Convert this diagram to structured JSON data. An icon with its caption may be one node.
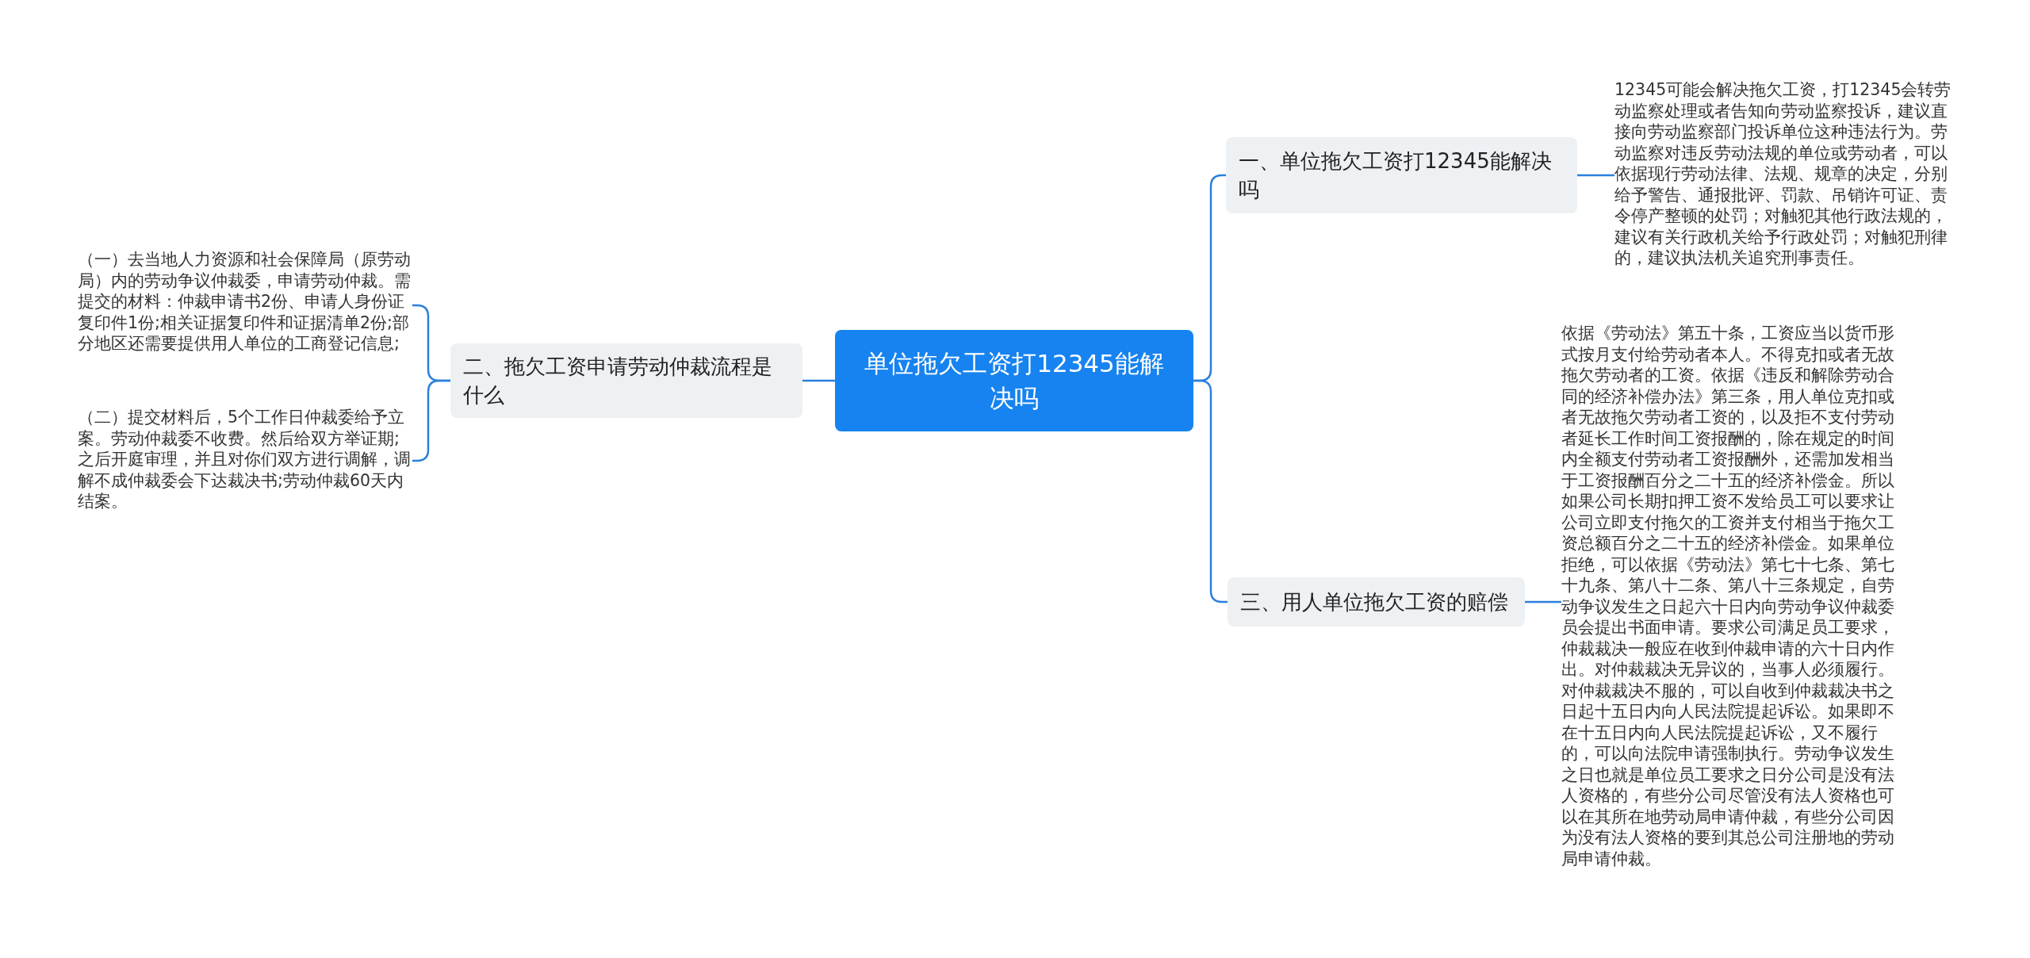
{
  "diagram": {
    "nodes": [
      {
        "text": [
          "单位拖欠工资打12345能解决吗"
        ]
      },
      {
        "text": [
          "一、单位拖欠工资打12345能解决吗"
        ]
      },
      {
        "text": [
          "12345可能会解决拖欠工资，打12345会转劳动监察处理或者告知向劳动监察投诉，建议直接向劳动监察部门投诉单位这种违法行为。劳动监察对违反劳动法规的单位或劳动者，可以依据现行劳动法律、法规、规章的决定，分别给予警告、通报批评、罚款、吊销许可证、责令停产整顿的处罚；对触犯其他行政法规的，建议有关行政机关给予行政处罚；对触犯刑律的，建议执法机关追究刑事责任。"
        ]
      },
      {
        "text": [
          "二、拖欠工资申请劳动仲裁流程是什么"
        ]
      },
      {
        "text": [
          "（一）去当地人力资源和社会保障局（原劳动局）内的劳动争议仲裁委，申请劳动仲裁。需提交的材料：仲裁申请书2份、申请人身份证复印件1份;相关证据复印件和证据清单2份;部分地区还需要提供用人单位的工商登记信息;"
        ]
      },
      {
        "text": [
          "（二）提交材料后，5个工作日仲裁委给予立案。劳动仲裁委不收费。然后给双方举证期;之后开庭审理，并且对你们双方进行调解，调解不成仲裁委会下达裁决书;劳动仲裁60天内结案。"
        ]
      },
      {
        "text": [
          "三、用人单位拖欠工资的赔偿"
        ]
      },
      {
        "text": [
          "依据《劳动法》第五十条，工资应当以货币形式按月支付给劳动者本人。不得克扣或者无故拖欠劳动者的工资。依据《违反和解除劳动合同的经济补偿办法》第三条，用人单位克扣或者无故拖欠劳动者工资的，以及拒不支付劳动者延长工作时间工资报酬的，除在规定的时间内全额支付劳动者工资报酬外，还需加发相当于工资报酬百分之二十五的经济补偿金。所以如果公司长期扣押工资不发给员工可以要求让公司立即支付拖欠的工资并支付相当于拖欠工资总额百分之二十五的经济补偿金。如果单位拒绝，可以依据《劳动法》第七十七条、第七十九条、第八十二条、第八十三条规定，自劳动争议发生之日起六十日内向劳动争议仲裁委员会提出书面申请。要求公司满足员工要求，仲裁裁决一般应在收到仲裁申请的六十日内作出。对仲裁裁决无异议的，当事人必须履行。对仲裁裁决不服的，可以自收到仲裁裁决书之日起十五日内向人民法院提起诉讼。如果即不在十五日内向人民法院提起诉讼，又不履行的，可以向法院申请强制执行。劳动争议发生之日也就是单位员工要求之日分公司是没有法人资格的，有些分公司尽管没有法人资格也可以在其所在地劳动局申请仲裁，有些分公司因为没有法人资格的要到其总公司注册地的劳动局申请仲裁。"
        ]
      }
    ],
    "edges": [
      {
        "from": 0,
        "to": 1,
        "arrow": "none"
      },
      {
        "from": 1,
        "to": 2,
        "arrow": "none"
      },
      {
        "from": 0,
        "to": 3,
        "arrow": "none"
      },
      {
        "from": 3,
        "to": 4,
        "arrow": "none"
      },
      {
        "from": 3,
        "to": 5,
        "arrow": "none"
      },
      {
        "from": 0,
        "to": 6,
        "arrow": "none"
      },
      {
        "from": 6,
        "to": 7,
        "arrow": "none"
      }
    ]
  }
}
